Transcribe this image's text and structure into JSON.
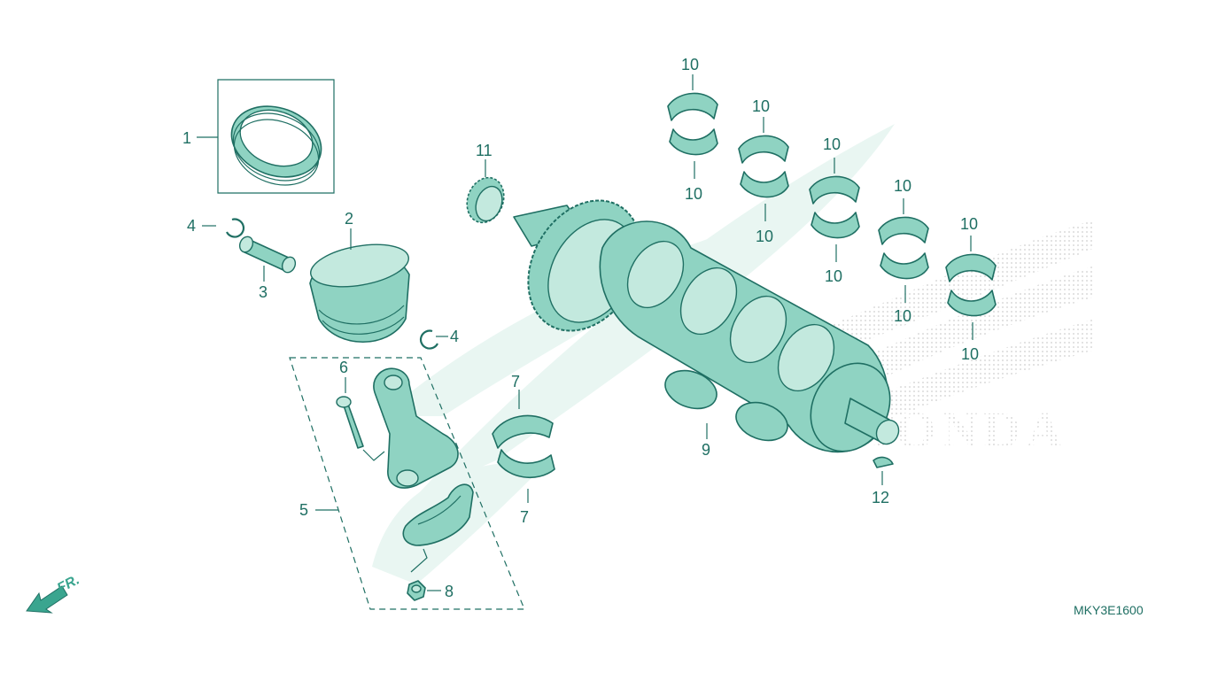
{
  "diagram": {
    "callouts": [
      {
        "id": "c1",
        "text": "1"
      },
      {
        "id": "c2",
        "text": "2"
      },
      {
        "id": "c3",
        "text": "3"
      },
      {
        "id": "c4a",
        "text": "4"
      },
      {
        "id": "c4b",
        "text": "4"
      },
      {
        "id": "c5",
        "text": "5"
      },
      {
        "id": "c6",
        "text": "6"
      },
      {
        "id": "c7a",
        "text": "7"
      },
      {
        "id": "c7b",
        "text": "7"
      },
      {
        "id": "c8",
        "text": "8"
      },
      {
        "id": "c9",
        "text": "9"
      },
      {
        "id": "c10a",
        "text": "10"
      },
      {
        "id": "c10b",
        "text": "10"
      },
      {
        "id": "c10c",
        "text": "10"
      },
      {
        "id": "c10d",
        "text": "10"
      },
      {
        "id": "c10e",
        "text": "10"
      },
      {
        "id": "c10f",
        "text": "10"
      },
      {
        "id": "c10g",
        "text": "10"
      },
      {
        "id": "c10h",
        "text": "10"
      },
      {
        "id": "c10i",
        "text": "10"
      },
      {
        "id": "c10j",
        "text": "10"
      },
      {
        "id": "c11",
        "text": "11"
      },
      {
        "id": "c12",
        "text": "12"
      }
    ],
    "front_marker": "FR.",
    "diagram_code": "MKY3E1600",
    "watermark_text": "HONDA",
    "colors": {
      "line": "#1f6f63",
      "fill": "#8fd3c2",
      "watermark": "#e9f6f2"
    }
  }
}
